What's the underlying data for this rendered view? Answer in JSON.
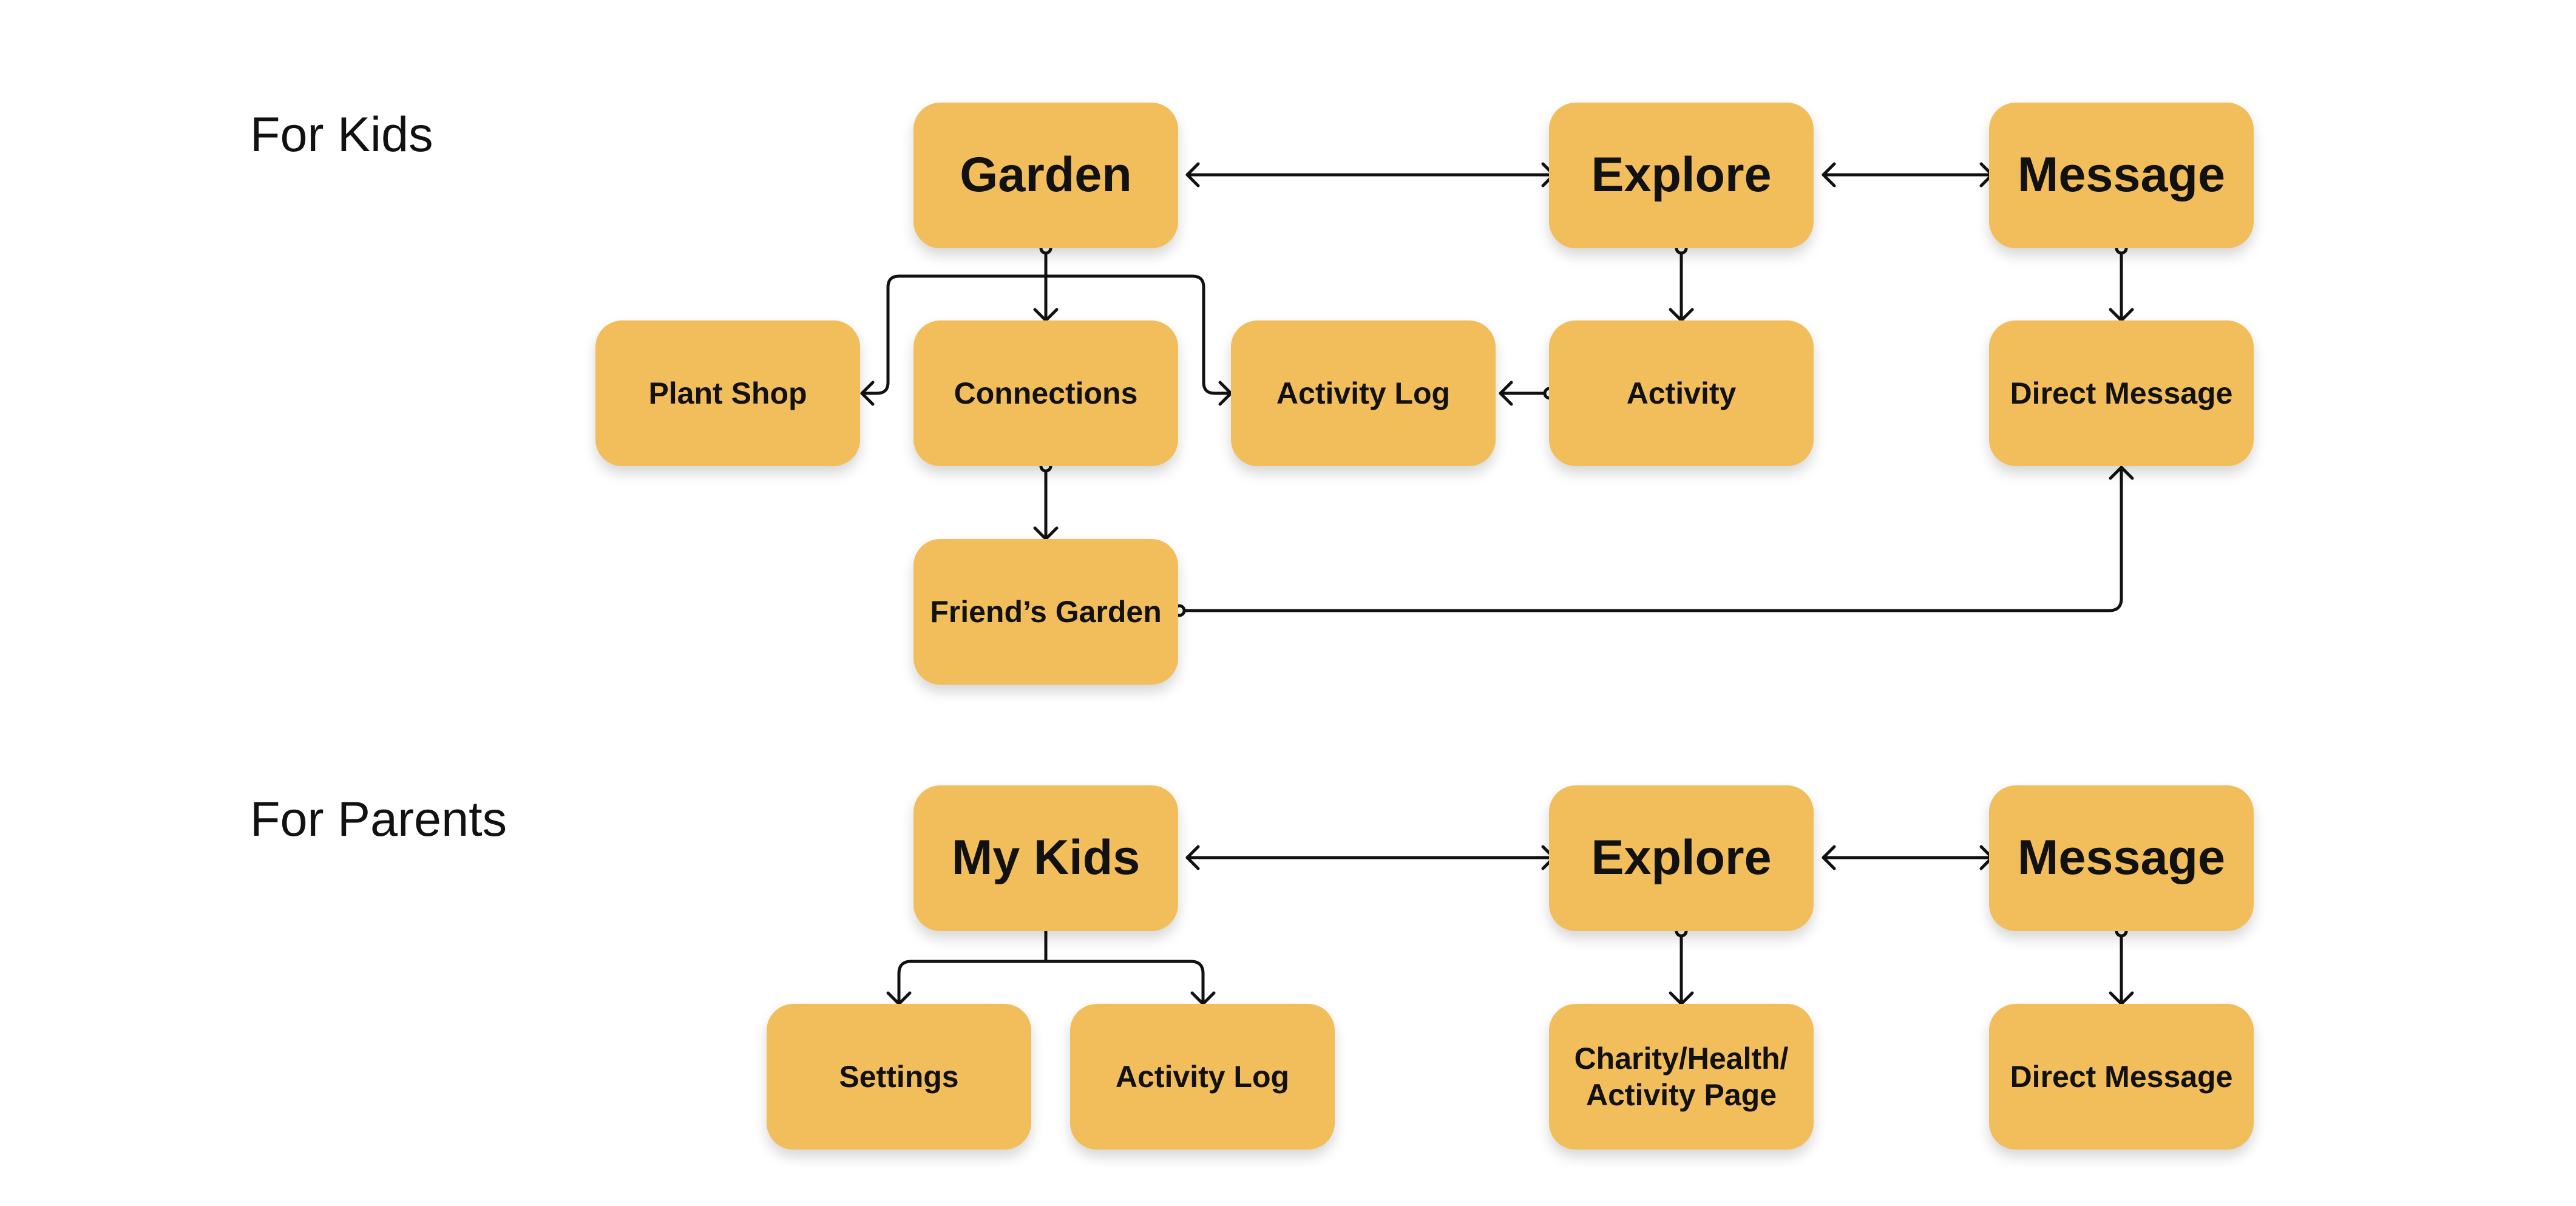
{
  "sections": {
    "kids": {
      "title": "For Kids"
    },
    "parents": {
      "title": "For Parents"
    }
  },
  "kids": {
    "garden": "Garden",
    "explore": "Explore",
    "message": "Message",
    "plant_shop": "Plant Shop",
    "connections": "Connections",
    "activity_log": "Activity Log",
    "activity": "Activity",
    "direct_message": "Direct Message",
    "friends_garden": "Friend’s Garden"
  },
  "parents": {
    "my_kids": "My Kids",
    "explore": "Explore",
    "message": "Message",
    "settings": "Settings",
    "activity_log": "Activity Log",
    "charity_page": "Charity/Health/\nActivity Page",
    "direct_message": "Direct Message"
  },
  "colors": {
    "node_fill": "#F2BD5B",
    "line": "#111111",
    "background": "#FFFFFF"
  }
}
